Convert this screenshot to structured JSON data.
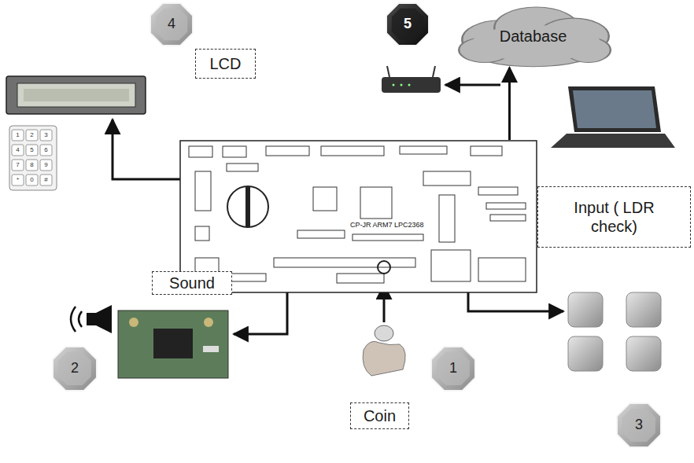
{
  "diagram": {
    "nodes": [
      {
        "text": [
          "CP-JR ARM7 LPC2368"
        ]
      },
      {
        "text": [
          "LCD"
        ]
      },
      {
        "text": [
          "Sound"
        ]
      },
      {
        "text": [
          "Input ( LDR check)"
        ]
      },
      {
        "text": [
          "Coin"
        ]
      },
      {
        "text": [
          "Database"
        ]
      },
      {
        "text": [
          "4"
        ]
      },
      {
        "text": [
          "5"
        ]
      },
      {
        "text": [
          "2"
        ]
      },
      {
        "text": [
          "1"
        ]
      },
      {
        "text": [
          "3"
        ]
      }
    ],
    "edges": [
      {
        "from": 0,
        "to": 5,
        "arrow": "to"
      }
    ],
    "labels": [
      "1",
      "2",
      "3",
      "4",
      "5",
      "6",
      "7",
      "8",
      "9",
      "*",
      "0",
      "#"
    ]
  }
}
